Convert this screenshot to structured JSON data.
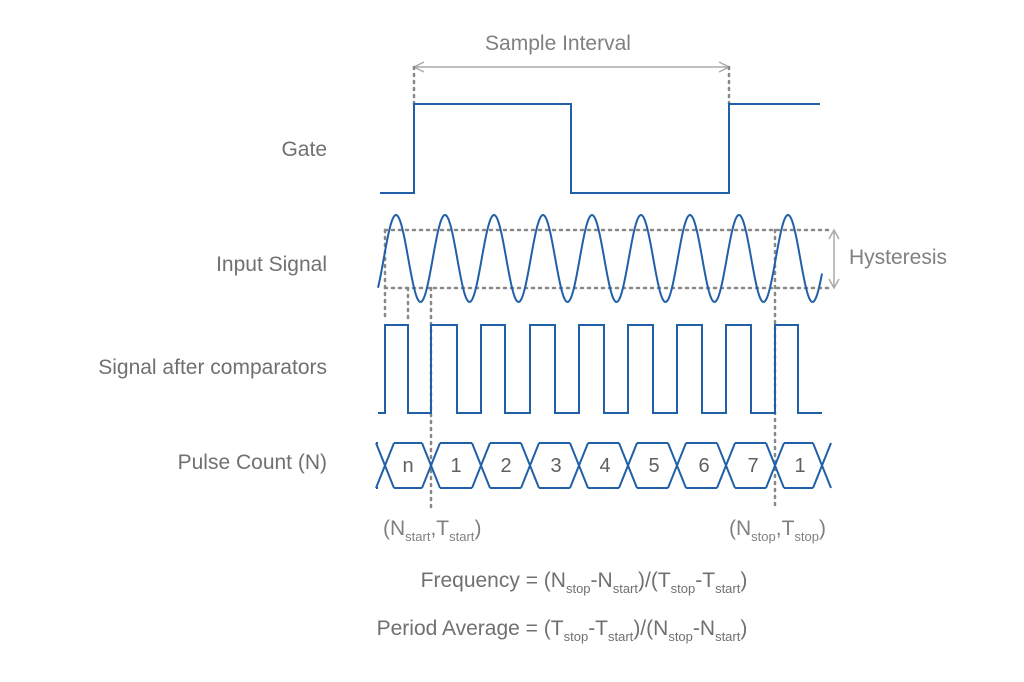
{
  "labels": {
    "sample_interval": "Sample Interval",
    "gate": "Gate",
    "input_signal": "Input Signal",
    "hysteresis": "Hysteresis",
    "comparators": "Signal after comparators",
    "pulse_count": "Pulse Count (N)"
  },
  "pulse_counts": [
    "n",
    "1",
    "2",
    "3",
    "4",
    "5",
    "6",
    "7",
    "1"
  ],
  "markers": {
    "start": {
      "open": "(N",
      "sub1": "start",
      "comma": ",T",
      "sub2": "start",
      "close": ")"
    },
    "stop": {
      "open": "(N",
      "sub1": "stop",
      "comma": ",T",
      "sub2": "stop",
      "close": ")"
    }
  },
  "formulas": {
    "frequency": {
      "lhs": "Frequency = (N",
      "s1": "stop",
      "t1": "-N",
      "s2": "start",
      "t2": ")/(T",
      "s3": "stop",
      "t3": "-T",
      "s4": "start",
      "t4": ")"
    },
    "period": {
      "lhs": "Period Average = (T",
      "s1": "stop",
      "t1": "-T",
      "s2": "start",
      "t2": ")/(N",
      "s3": "stop",
      "t3": "-N",
      "s4": "start",
      "t4": ")"
    }
  },
  "colors": {
    "wave": "#2060a8",
    "text": "#707070",
    "guide": "#888888"
  }
}
